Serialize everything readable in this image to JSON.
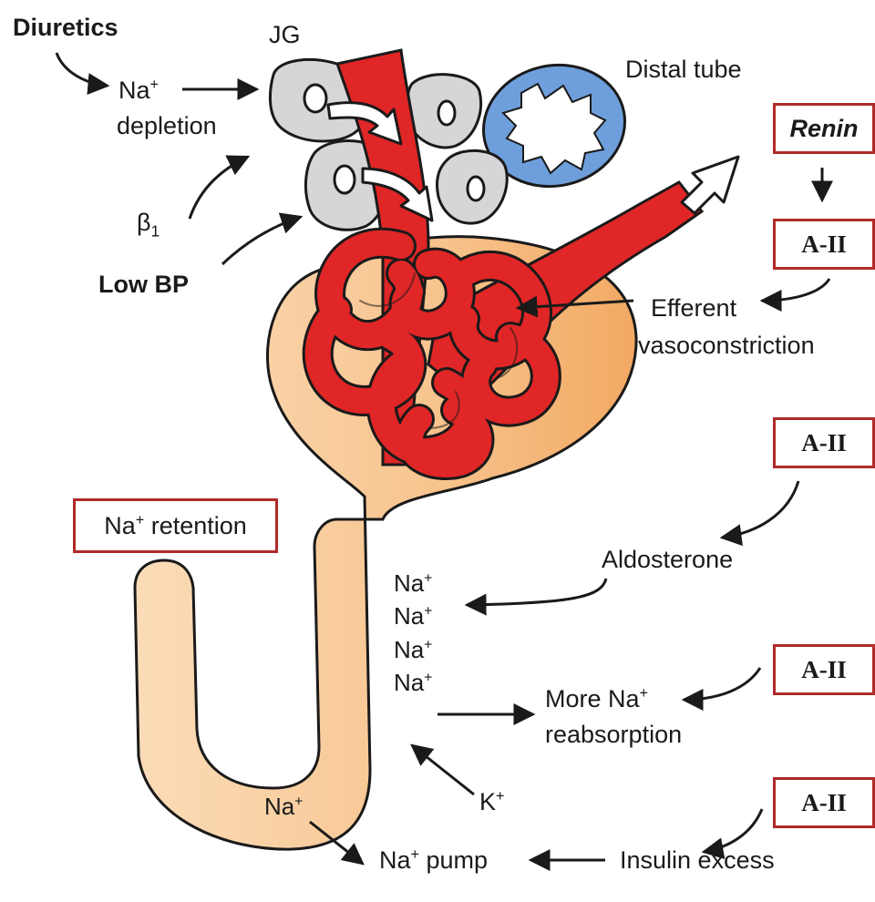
{
  "inputs": {
    "diuretics": "Diuretics",
    "jg": "JG",
    "na_depletion_ion": "Na",
    "ion_charge": "+",
    "na_depletion_text": "depletion",
    "beta_symbol": "β",
    "beta_subscript": "1",
    "low_bp": "Low BP"
  },
  "structures": {
    "distal_tube": "Distal tube"
  },
  "boxes": {
    "renin": "Renin",
    "a2_efferent": "A-II",
    "a2_aldosterone": "A-II",
    "a2_reabsorption": "A-II",
    "a2_insulin": "A-II",
    "na_retention_ion": "Na",
    "na_retention_text": " retention"
  },
  "effects": {
    "efferent_line1": "Efferent",
    "efferent_line2": "vasoconstriction",
    "aldosterone": "Aldosterone",
    "more_na_line1": "More Na",
    "more_na_line2": "reabsorption",
    "k_ion": "K",
    "insulin_excess": "Insulin excess",
    "na_pump_ion": "Na",
    "na_pump_text": " pump"
  },
  "tubule": {
    "na_ions": [
      "Na",
      "Na",
      "Na",
      "Na"
    ],
    "na_bottom": "Na"
  },
  "colors": {
    "vessel_red": "#e02626",
    "tubule_orange": "#f7c48e",
    "distal_blue": "#6e9fdc",
    "jg_gray": "#d6d6d8",
    "box_border": "#b02a2a"
  }
}
